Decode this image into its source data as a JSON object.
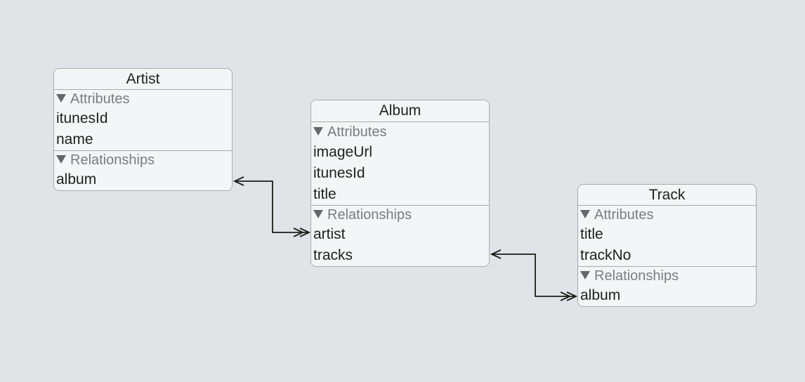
{
  "entities": {
    "artist": {
      "name": "Artist",
      "attributes_header": "Attributes",
      "attributes": [
        "itunesId",
        "name"
      ],
      "relationships_header": "Relationships",
      "relationships": [
        "album"
      ]
    },
    "album": {
      "name": "Album",
      "attributes_header": "Attributes",
      "attributes": [
        "imageUrl",
        "itunesId",
        "title"
      ],
      "relationships_header": "Relationships",
      "relationships": [
        "artist",
        "tracks"
      ]
    },
    "track": {
      "name": "Track",
      "attributes_header": "Attributes",
      "attributes": [
        "title",
        "trackNo"
      ],
      "relationships_header": "Relationships",
      "relationships": [
        "album"
      ]
    }
  },
  "connections": [
    {
      "from": "Artist.album",
      "to": "Album.artist",
      "from_cardinality": "one",
      "to_cardinality": "many"
    },
    {
      "from": "Album.tracks",
      "to": "Track.album",
      "from_cardinality": "one",
      "to_cardinality": "many"
    }
  ],
  "colors": {
    "canvas_background": "#e2e3e6",
    "entity_background": "#f4f5f7",
    "entity_border": "#a9aaad",
    "section_header_text": "#7b7c80",
    "connector_line": "#1c1c1c"
  }
}
